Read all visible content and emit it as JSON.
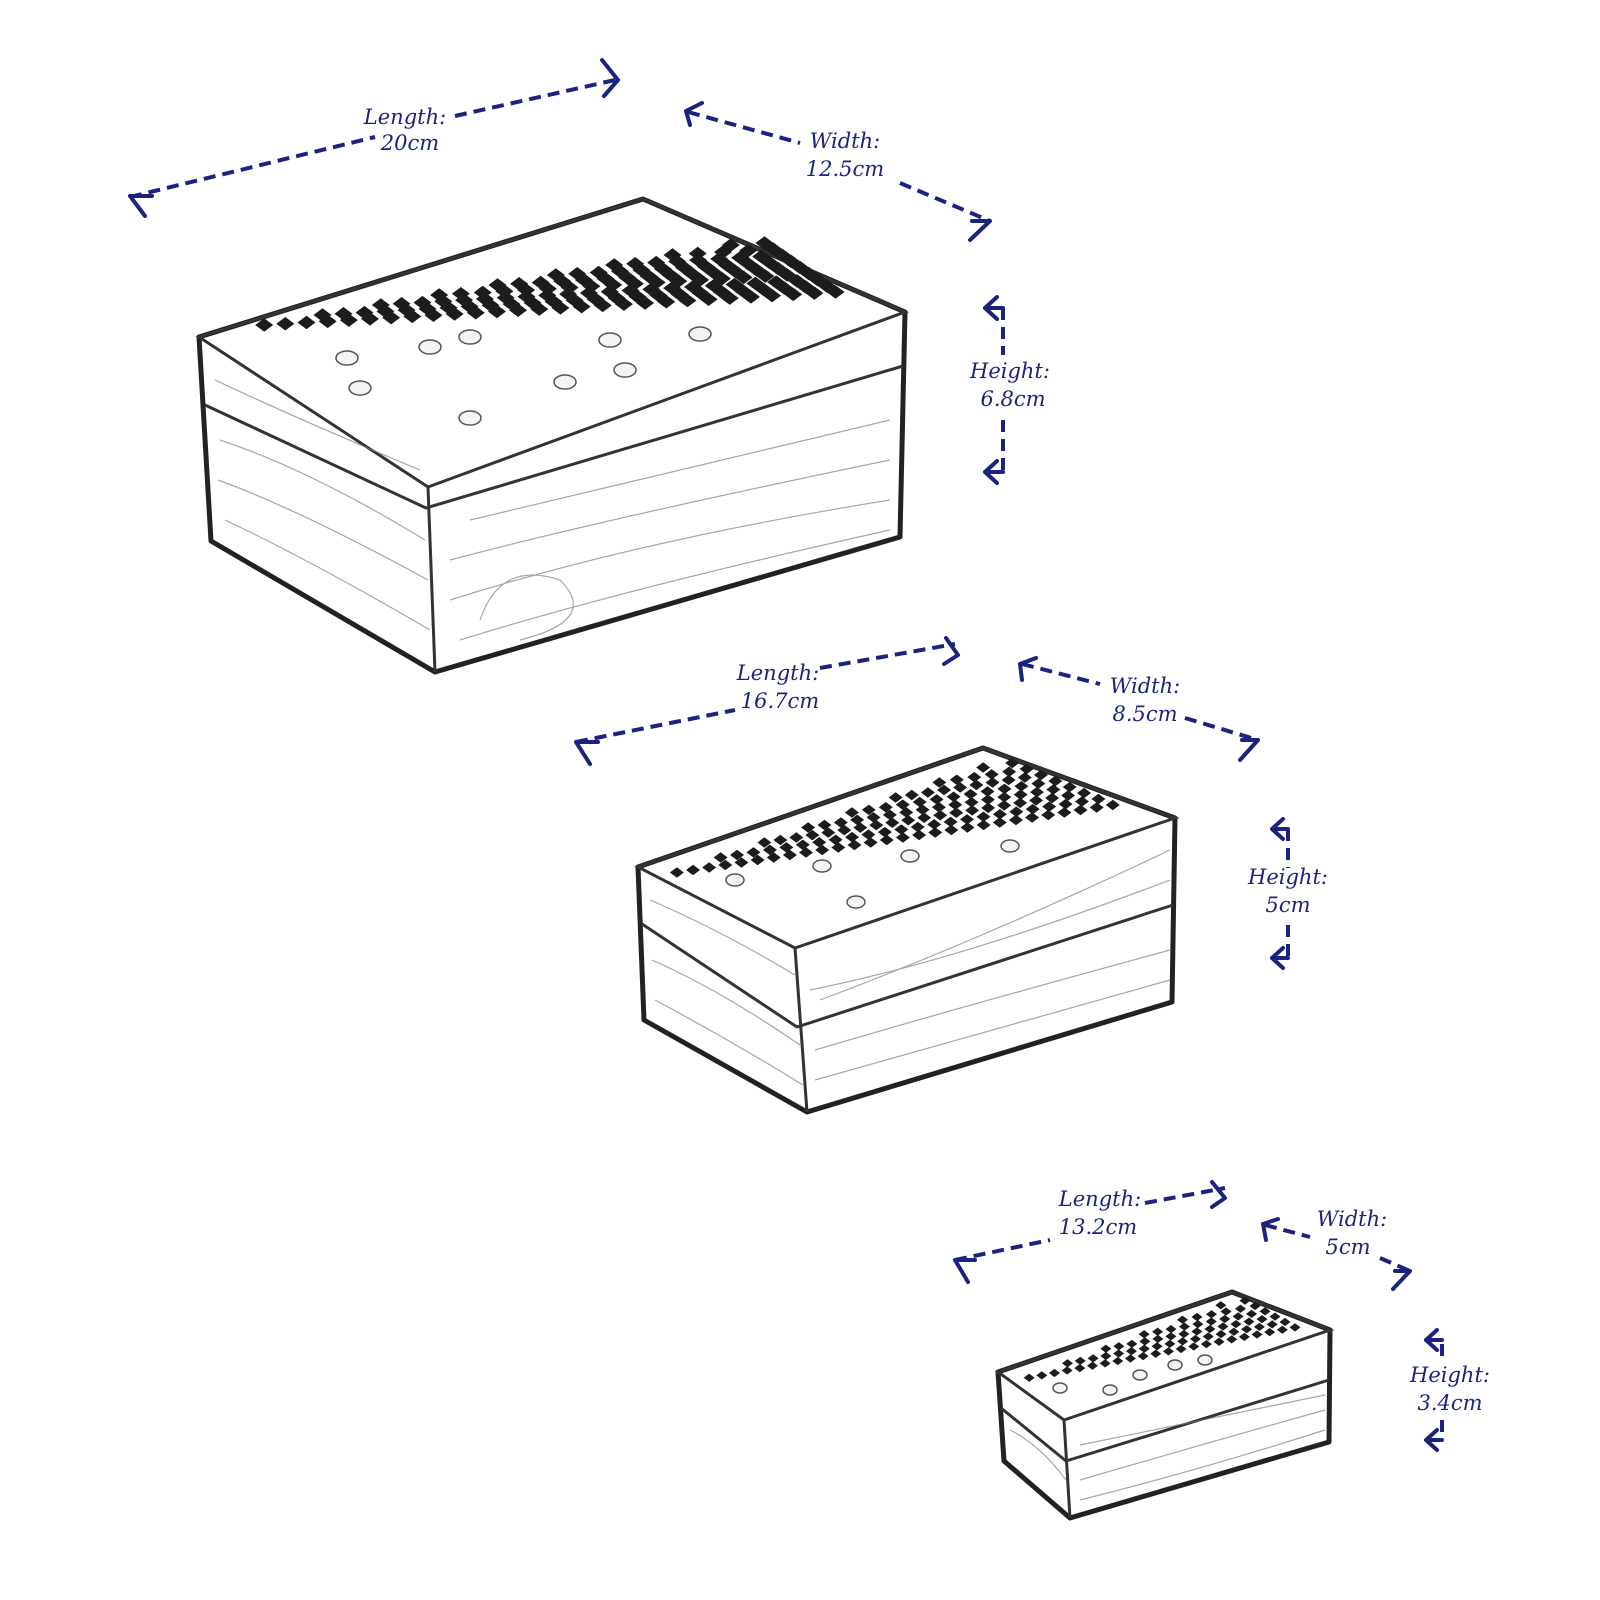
{
  "colors": {
    "dimension": "#1a237e",
    "outline": "#222222",
    "background": "#ffffff"
  },
  "boxes": [
    {
      "id": "large",
      "length": {
        "label": "Length:",
        "value": "20cm"
      },
      "width": {
        "label": "Width:",
        "value": "12.5cm"
      },
      "height": {
        "label": "Height:",
        "value": "6.8cm"
      }
    },
    {
      "id": "medium",
      "length": {
        "label": "Length:",
        "value": "16.7cm"
      },
      "width": {
        "label": "Width:",
        "value": "8.5cm"
      },
      "height": {
        "label": "Height:",
        "value": "5cm"
      }
    },
    {
      "id": "small",
      "length": {
        "label": "Length:",
        "value": "13.2cm"
      },
      "width": {
        "label": "Width:",
        "value": "5cm"
      },
      "height": {
        "label": "Height:",
        "value": "3.4cm"
      }
    }
  ]
}
